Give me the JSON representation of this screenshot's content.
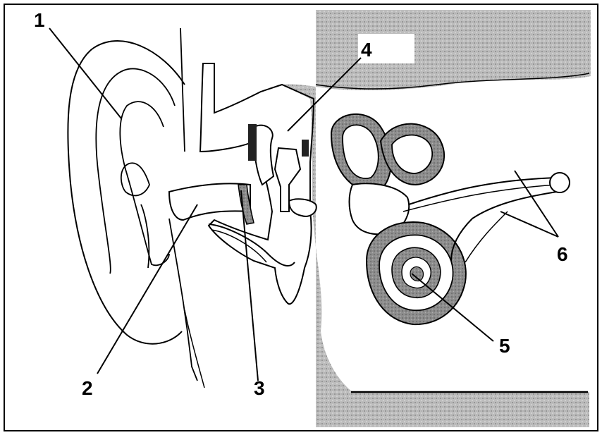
{
  "diagram": {
    "title_fragment": "",
    "labels": {
      "l1": "1",
      "l2": "2",
      "l3": "3",
      "l4": "4",
      "l5": "5",
      "l6": "6"
    },
    "colors": {
      "bone_gray": "#b9b9b9",
      "cochlea_dark": "#8f8f8f",
      "line": "#000000",
      "background": "#ffffff"
    }
  }
}
